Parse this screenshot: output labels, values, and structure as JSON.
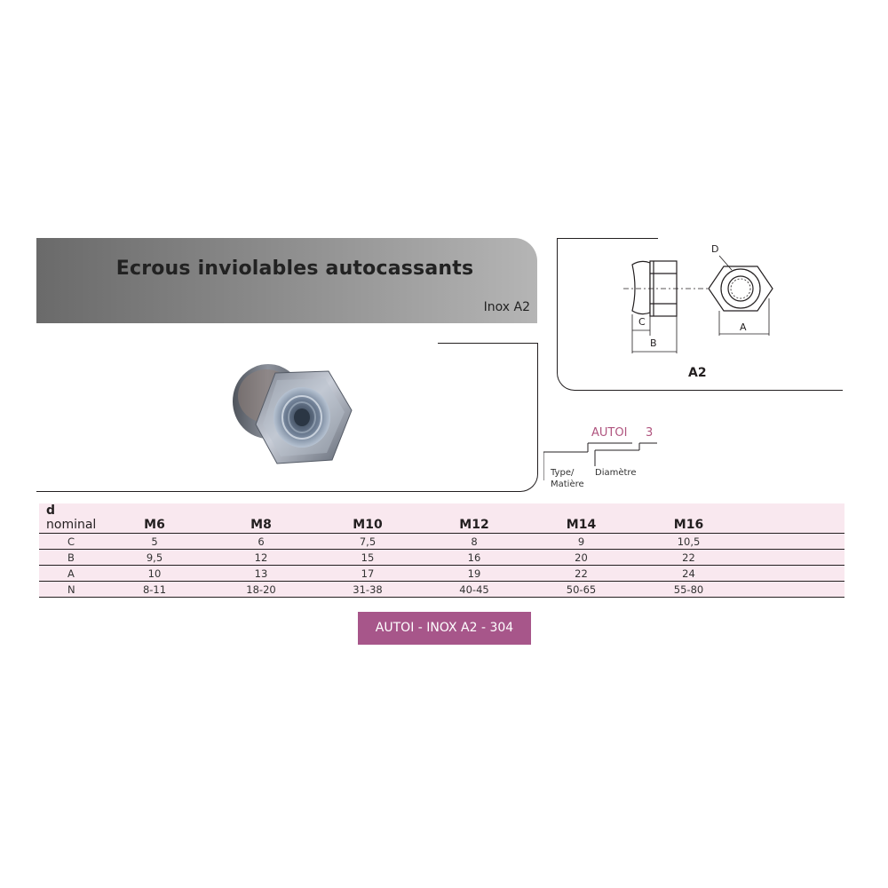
{
  "header": {
    "title": "Ecrous inviolables autocassants",
    "subtitle": "Inox A2"
  },
  "drawing": {
    "material_label": "A2",
    "dimension_labels": {
      "c": "C",
      "b": "B",
      "a": "A",
      "d": "D"
    }
  },
  "code_key": {
    "code": "AUTOI",
    "diameter_code": "3",
    "type_label_line1": "Type/",
    "type_label_line2": "Matière",
    "diameter_label": "Diamètre"
  },
  "table": {
    "header_prefix": "d",
    "header_label": "nominal",
    "columns": [
      "M6",
      "M8",
      "M10",
      "M12",
      "M14",
      "M16"
    ],
    "rows": [
      {
        "label": "C",
        "values": [
          "5",
          "6",
          "7,5",
          "8",
          "9",
          "10,5"
        ]
      },
      {
        "label": "B",
        "values": [
          "9,5",
          "12",
          "15",
          "16",
          "20",
          "22"
        ]
      },
      {
        "label": "A",
        "values": [
          "10",
          "13",
          "17",
          "19",
          "22",
          "24"
        ]
      },
      {
        "label": "N",
        "values": [
          "8-11",
          "18-20",
          "31-38",
          "40-45",
          "50-65",
          "55-80"
        ]
      }
    ]
  },
  "footer": {
    "badge": "AUTOI - INOX A2 - 304"
  },
  "colors": {
    "accent": "#a7568a",
    "code_text": "#b0557f",
    "table_bg": "#f9e8ef",
    "banner_dark": "#6a6a6a",
    "banner_light": "#b5b5b5"
  }
}
